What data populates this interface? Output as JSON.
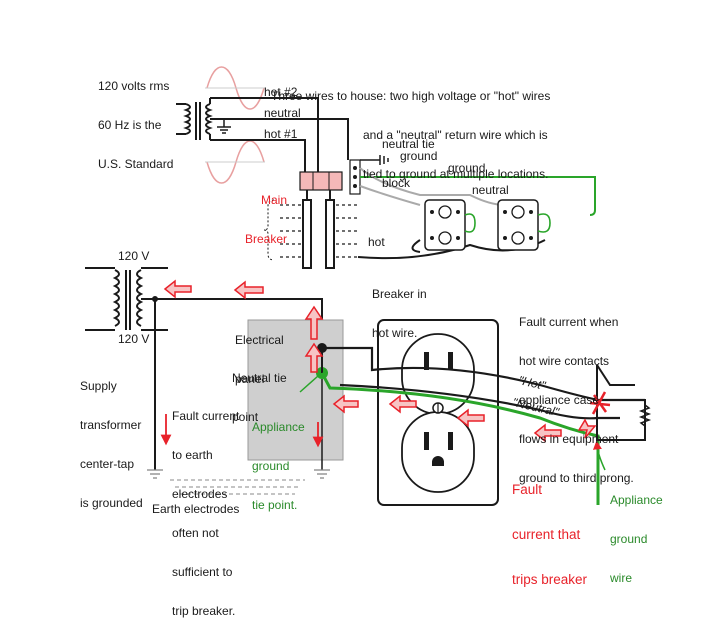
{
  "top_diagram": {
    "standard_note": [
      "120 volts rms",
      "60 Hz is the",
      "U.S. Standard"
    ],
    "three_wires_note": [
      "Three wires to house: two high voltage or \"hot\" wires",
      "and a \"neutral\" return wire which is",
      "tied to ground at multiple locations."
    ],
    "wire_hot2": "hot #2",
    "wire_neutral": "neutral",
    "wire_hot1": "hot #1",
    "neutral_tie_block": [
      "neutral tie",
      "block"
    ],
    "ground_label_1": "ground",
    "ground_label_2": "ground",
    "main_breaker": [
      "Main",
      "Breaker"
    ],
    "neutral_label": "neutral",
    "hot_label": "hot",
    "breaker_in_hot": [
      "Breaker in",
      "hot wire."
    ]
  },
  "bottom_diagram": {
    "voltage_top": "120 V",
    "voltage_bottom": "120 V",
    "supply_note": [
      "Supply",
      "transformer",
      "center-tap",
      "is grounded"
    ],
    "electrical_panel": [
      "Electrical",
      "panel"
    ],
    "neutral_tie_point": [
      "Neutral tie",
      "point"
    ],
    "appliance_ground_tie": [
      "Appliance",
      "ground",
      "tie point."
    ],
    "fault_to_earth": [
      "Fault current",
      "to earth",
      "electrodes",
      "often not",
      "sufficient to",
      "trip breaker."
    ],
    "earth_electrodes": "Earth electrodes",
    "hot_wire_tag": "\"Hot\"",
    "neutral_wire_tag": "\"Neutral\"",
    "fault_note": [
      "Fault current when",
      "hot wire contacts",
      "appliance case",
      "flows in equipment",
      "ground to third prong."
    ],
    "fault_trips": [
      "Fault",
      "current that",
      "trips breaker"
    ],
    "appliance_ground_wire": [
      "Appliance",
      "ground",
      "wire"
    ]
  },
  "colors": {
    "wire_black": "#1a1a1a",
    "ground_green": "#2aa52a",
    "fault_red": "#e8222a",
    "arrow_fill": "#f7c4c4",
    "panel_gray": "#cfcfcf",
    "breaker_pink": "#f5b8b8"
  }
}
